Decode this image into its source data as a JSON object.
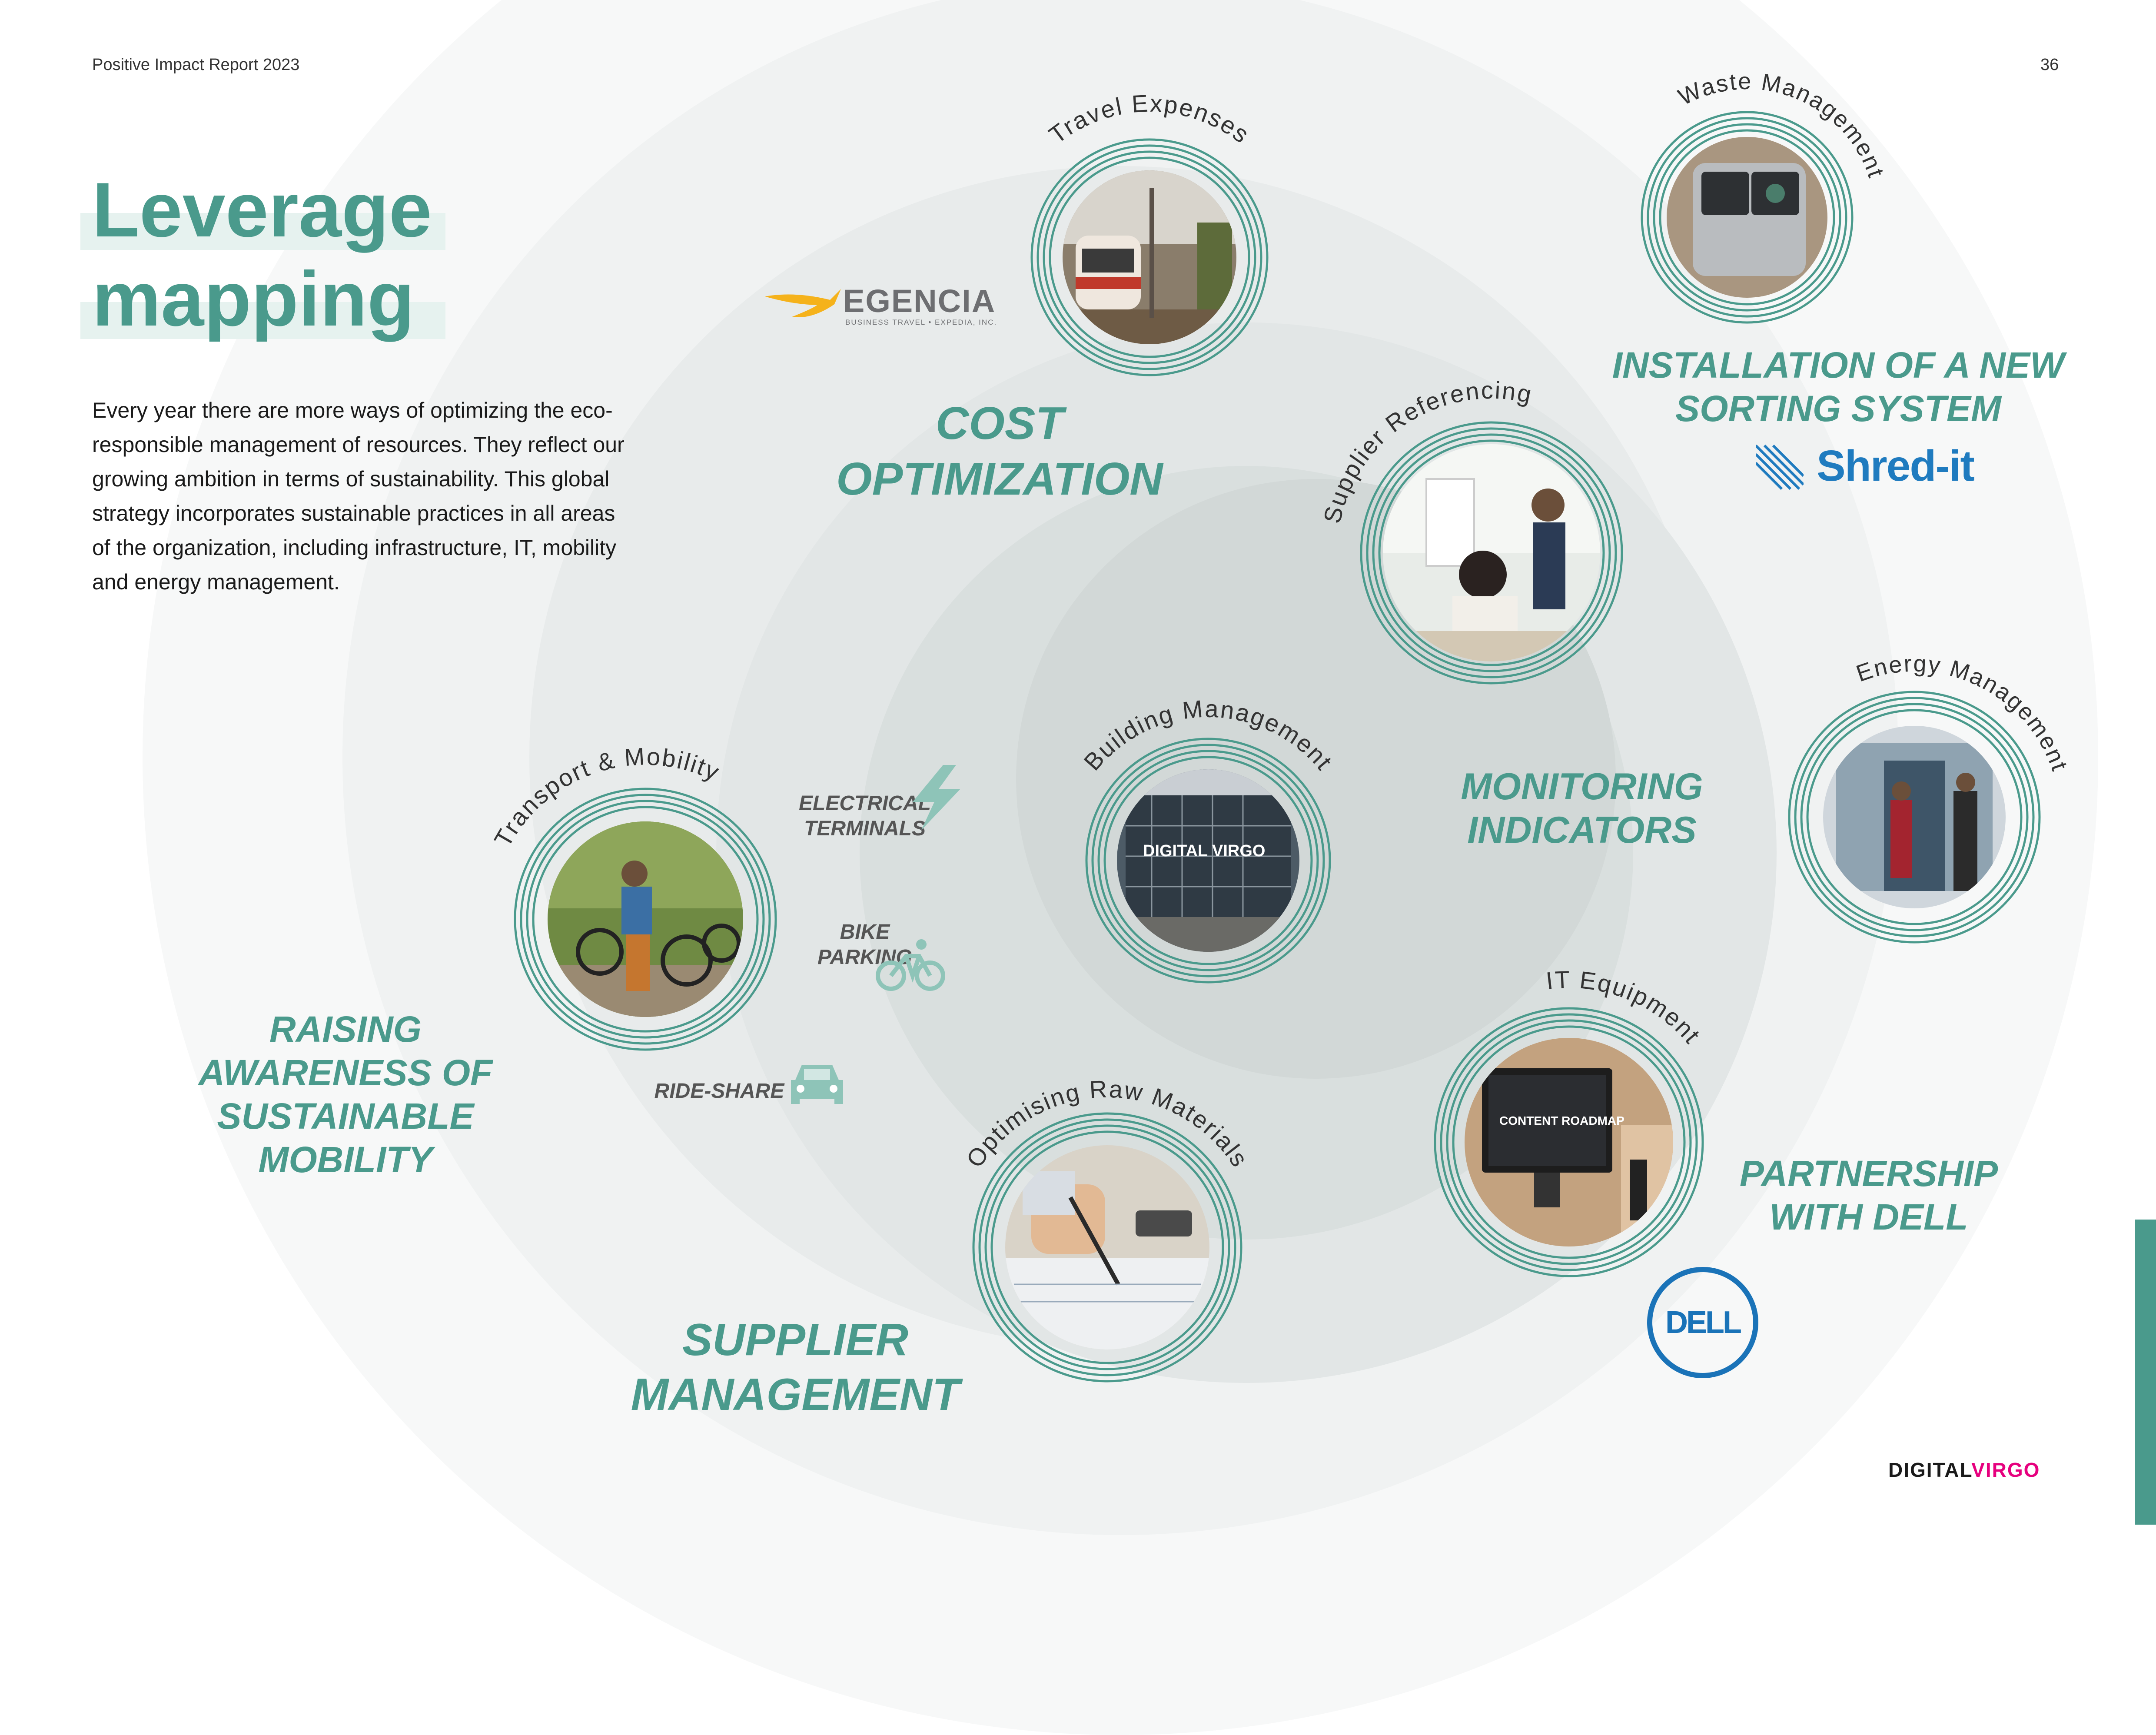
{
  "header": {
    "report_title": "Positive Impact Report 2023",
    "page_number": "36"
  },
  "main": {
    "title_line1": "Leverage",
    "title_line2": "mapping",
    "intro_lines": [
      "Every year there are more ways of optimizing the eco-",
      "responsible  management of resources. They reflect our",
      "growing ambition in terms of sustainability. This global",
      "strategy incorporates sustainable practices in all areas",
      "of the organization, including infrastructure, IT, mobility",
      "and energy management."
    ]
  },
  "headings": {
    "cost_1": "COST",
    "cost_2": "OPTIMIZATION",
    "install_1": "INSTALLATION OF A NEW",
    "install_2": "SORTING SYSTEM",
    "monitor_1": "MONITORING",
    "monitor_2": "INDICATORS",
    "raising_1": "RAISING",
    "raising_2": "AWARENESS OF",
    "raising_3": "SUSTAINABLE",
    "raising_4": "MOBILITY",
    "partner_1": "PARTNERSHIP",
    "partner_2": "WITH DELL",
    "supplier_1": "SUPPLIER",
    "supplier_2": "MANAGEMENT"
  },
  "small_labels": {
    "electrical_1": "ELECTRICAL",
    "electrical_2": "TERMINALS",
    "bike_1": "BIKE",
    "bike_2": "PARKING",
    "rideshare": "RIDE-SHARE"
  },
  "nodes": {
    "travel": "Travel Expenses",
    "waste": "Waste Management",
    "supplier_ref": "Supplier Referencing",
    "building": "Building Management",
    "energy": "Energy Management",
    "transport": "Transport & Mobility",
    "it": "IT Equipment",
    "raw": "Optimising Raw Materials"
  },
  "logos": {
    "egencia": "EGENCIA",
    "egencia_sub": "BUSINESS TRAVEL • EXPEDIA, INC.",
    "shredit": "Shred-it",
    "dell": "DELL",
    "digital": "DIGITAL",
    "virgo": "VIRGO",
    "photo_building": "DIGITAL VIRGO",
    "photo_screen": "CONTENT ROADMAP"
  },
  "icons": [
    "lightning-bolt-icon",
    "bicycle-icon",
    "car-icon"
  ],
  "colors": {
    "accent": "#4a9a8c",
    "text": "#1a1a1a",
    "brand_pink": "#e6007e",
    "dell_blue": "#1a73b8",
    "shredit_blue": "#1f7bbf"
  }
}
